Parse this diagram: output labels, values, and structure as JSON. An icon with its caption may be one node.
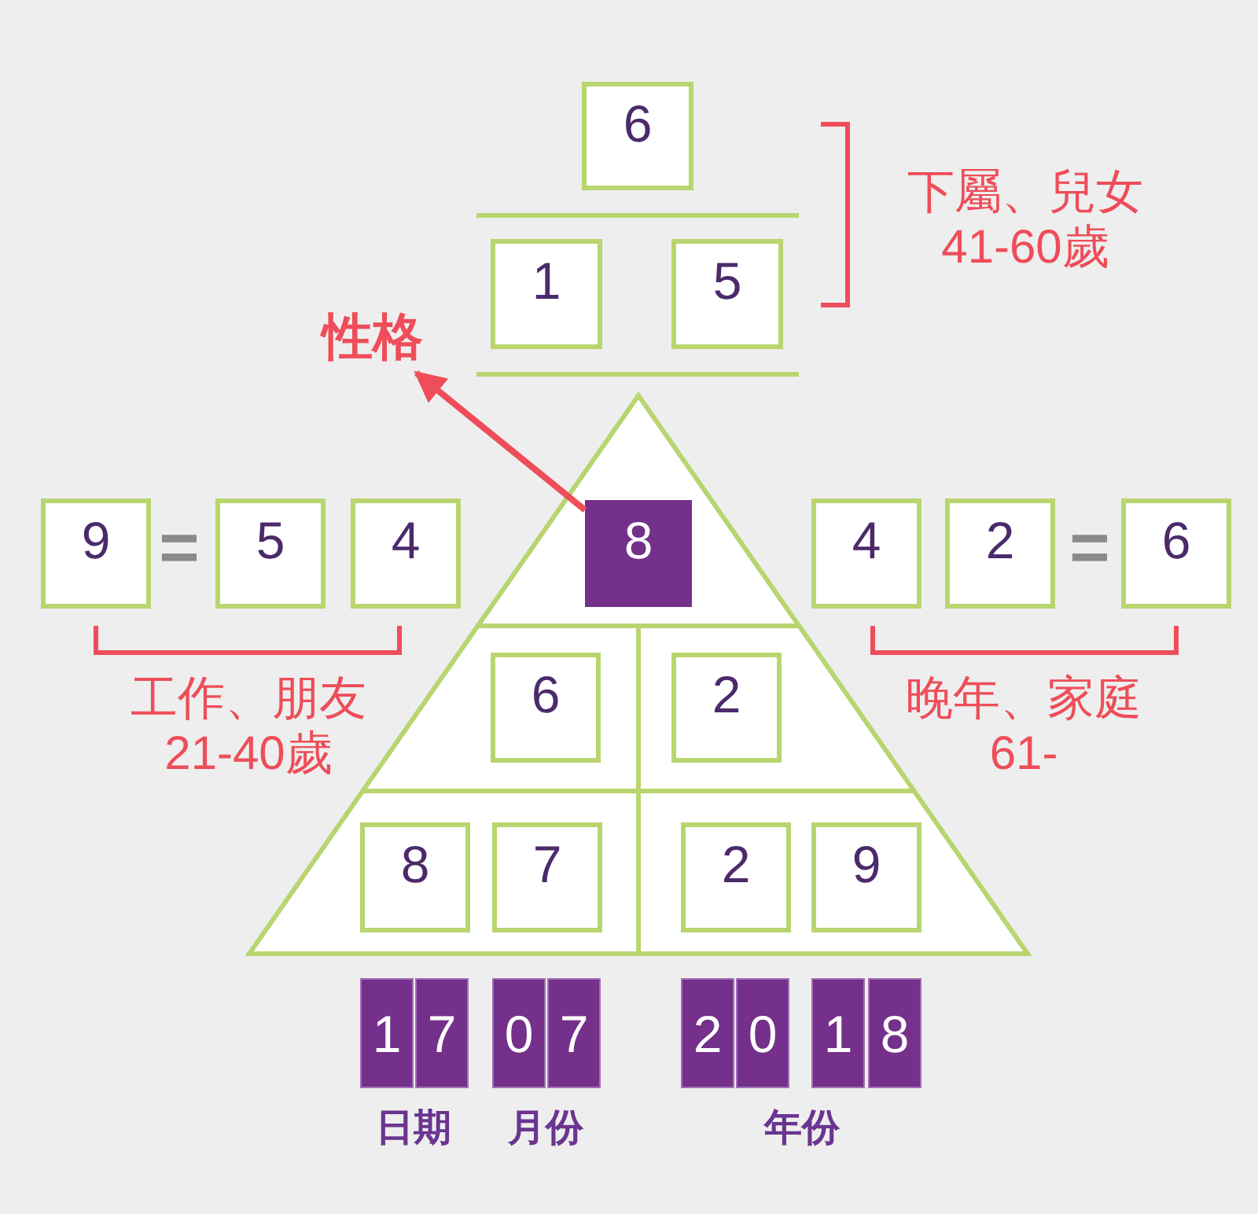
{
  "diagram": {
    "nodes": [
      {
        "text": [
          "6"
        ]
      },
      {
        "text": [
          "1"
        ]
      },
      {
        "text": [
          "5"
        ]
      },
      {
        "text": [
          "性格"
        ]
      },
      {
        "text": [],
        "shape": "triangle"
      },
      {
        "text": [
          "9"
        ]
      },
      {
        "text": [
          "5"
        ]
      },
      {
        "text": [
          "4"
        ]
      },
      {
        "text": [
          "8"
        ],
        "in": 4
      },
      {
        "text": [
          "4"
        ]
      },
      {
        "text": [
          "2"
        ]
      },
      {
        "text": [
          "6"
        ]
      },
      {
        "text": [
          "6"
        ],
        "in": 4
      },
      {
        "text": [
          "2"
        ],
        "in": 4
      },
      {
        "text": [
          "8"
        ],
        "in": 4
      },
      {
        "text": [
          "7"
        ],
        "in": 4
      },
      {
        "text": [
          "2"
        ],
        "in": 4
      },
      {
        "text": [
          "9"
        ],
        "in": 4
      },
      {
        "text": [
          "1"
        ]
      },
      {
        "text": [
          "7"
        ]
      },
      {
        "text": [
          "0"
        ]
      },
      {
        "text": [
          "7"
        ]
      },
      {
        "text": [
          "2"
        ]
      },
      {
        "text": [
          "0"
        ]
      },
      {
        "text": [
          "1"
        ]
      },
      {
        "text": [
          "8"
        ]
      }
    ],
    "edges": [
      {
        "from": 8,
        "to": 3,
        "arrow": "to"
      }
    ],
    "labels": [
      "下屬、兒女",
      "41-60歲",
      "=",
      "=",
      "工作、朋友",
      "21-40歲",
      "晚年、家庭",
      "61-",
      "日期",
      "月份",
      "年份"
    ]
  }
}
